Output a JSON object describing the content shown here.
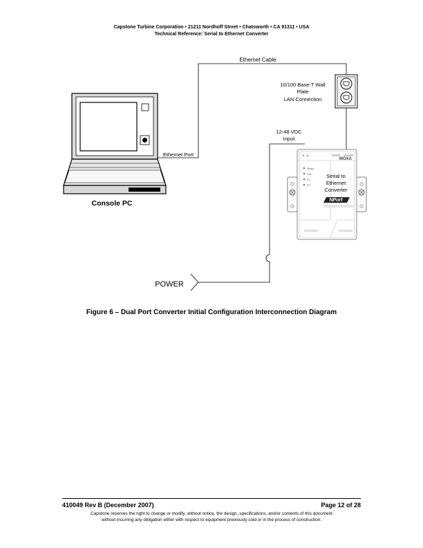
{
  "header": {
    "line1": "Capstone Turbine Corporation • 21211 Nordhoff Street • Chatsworth • CA 91311 • USA",
    "line2": "Technical Reference: Serial to Ethernet Converter"
  },
  "diagram": {
    "ethernet_cable": "Ethernet Cable",
    "wall_plate_l1": "10/100 Base-T Wall",
    "wall_plate_l2": "Plate",
    "wall_plate_l3": "LAN Connection",
    "vdc_l1": "12-48 VDC",
    "vdc_l2": "Input",
    "ethernet_port": "Ethernet Port",
    "console_pc": "Console PC",
    "converter_l1": "Serial to",
    "converter_l2": "Ethernet",
    "converter_l3": "Converter",
    "brand": "MOXA",
    "model": "NPort",
    "power": "POWER",
    "led_labels": [
      "Ready",
      "Link",
      "P1",
      "P2"
    ]
  },
  "caption": "Figure 6 – Dual Port Converter Initial Configuration Interconnection Diagram",
  "footer": {
    "doc_id": "410049 Rev B (December 2007)",
    "page": "Page 12 of 28",
    "note1": "Capstone reserves the right to change or modify, without notice, the design, specifications, and/or contents of this document",
    "note2": "without incurring any obligation either with respect to equipment previously sold or in the process of construction."
  }
}
